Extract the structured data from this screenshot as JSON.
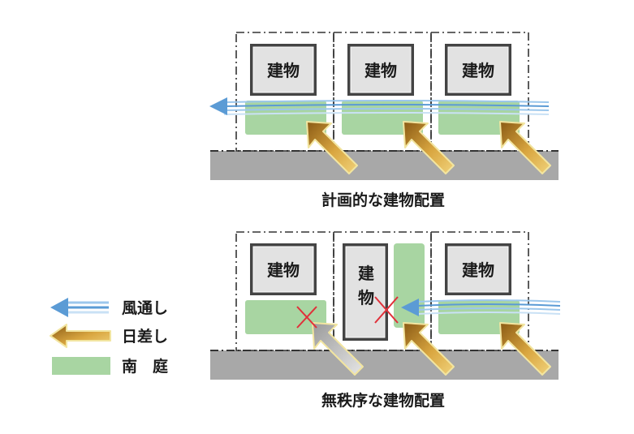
{
  "top_diagram": {
    "caption": "計画的な建物配置",
    "buildings": [
      "建物",
      "建物",
      "建物"
    ]
  },
  "bottom_diagram": {
    "caption": "無秩序な建物配置",
    "buildings": [
      "建物",
      "建物",
      "建物"
    ],
    "vertical_building": [
      "建",
      "物"
    ]
  },
  "legend": {
    "wind": "風通し",
    "sun": "日差し",
    "garden": "南　庭"
  },
  "colors": {
    "garden": "#a8d5a2",
    "ground": "#a8a8a8",
    "building_fill": "#e2e2e2",
    "wind": "#5b9bd5",
    "sun": "#d9a640",
    "sun_blocked": "#c8c8c8",
    "cross": "#e0303a"
  }
}
